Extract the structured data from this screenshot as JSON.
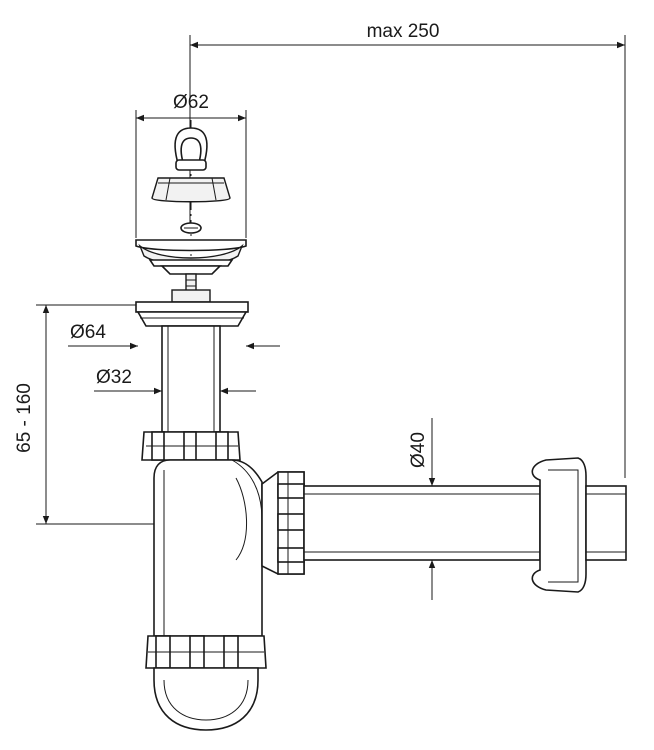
{
  "dimensions": {
    "max_width": "max 250",
    "strainer_diameter": "Ø62",
    "outlet_diameter": "Ø64",
    "tube_diameter": "Ø32",
    "pipe_diameter": "Ø40",
    "height_range": "65 - 160"
  },
  "colors": {
    "line": "#1a1a1a",
    "background": "#ffffff"
  }
}
